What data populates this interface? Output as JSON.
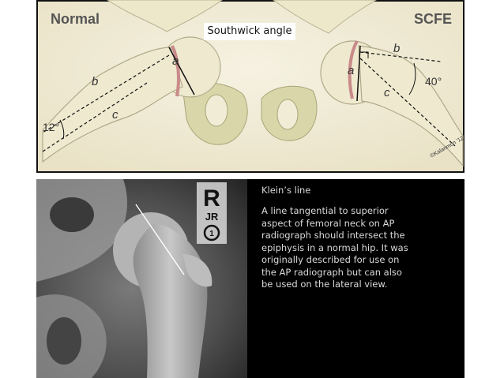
{
  "figure": {
    "overlay_title": "Southwick angle",
    "left_panel": {
      "title": "Normal",
      "angle_label": "12°",
      "line_labels": {
        "a": "a",
        "b": "b",
        "c": "c"
      }
    },
    "right_panel": {
      "title": "SCFE",
      "angle_label": "40°",
      "line_labels": {
        "a": "a",
        "b": "b",
        "c": "c"
      }
    },
    "signature": "©Kalanmon '12",
    "colors": {
      "bone_fill": "#efe9cf",
      "pelvis_fill": "#d8d6a8",
      "panel_bg": "#f1ecd6",
      "physis": "#c98a8a",
      "frame": "#111111"
    }
  },
  "xray": {
    "marker_letter": "R",
    "marker_initials": "JR",
    "marker_circle": "1"
  },
  "description": {
    "title": "Klein’s line",
    "lines": [
      "A line tangential to superior",
      "aspect of femoral neck on AP",
      "radiograph should intersect the",
      "epiphysis in a normal hip. It was",
      "originally described for use on",
      "the AP radiograph but can also",
      "be used on the lateral view."
    ]
  }
}
